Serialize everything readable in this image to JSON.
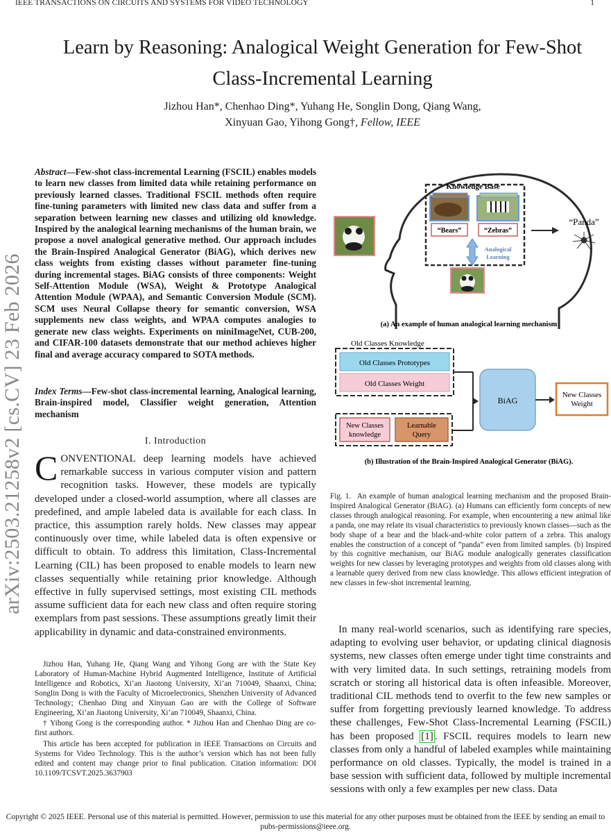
{
  "header": {
    "journal": "IEEE TRANSACTIONS ON CIRCUITS AND SYSTEMS FOR VIDEO TECHNOLOGY",
    "page_number": "1"
  },
  "arxiv_stamp": "arXiv:2503.21258v2  [cs.CV]  23 Feb 2026",
  "title_line1": "Learn by Reasoning: Analogical Weight Generation for Few-Shot",
  "title_line2": "Class-Incremental Learning",
  "authors_line1": "Jizhou Han*, Chenhao Ding*, Yuhang He, Songlin Dong, Qiang Wang,",
  "authors_line2_names": "Xinyuan Gao, Yihong Gong†, ",
  "authors_line2_fellow": "Fellow, IEEE",
  "abstract": {
    "lead": "Abstract",
    "text": "—Few-shot class-incremental Learning (FSCIL) enables models to learn new classes from limited data while retaining performance on previously learned classes. Traditional FSCIL methods often require fine-tuning parameters with limited new class data and suffer from a separation between learning new classes and utilizing old knowledge. Inspired by the analogical learning mechanisms of the human brain, we propose a novel analogical generative method. Our approach includes the Brain-Inspired Analogical Generator (BiAG), which derives new class weights from existing classes without parameter fine-tuning during incremental stages. BiAG consists of three components: Weight Self-Attention Module (WSA), Weight & Prototype Analogical Attention Module (WPAA), and Semantic Conversion Module (SCM). SCM uses Neural Collapse theory for semantic conversion, WSA supplements new class weights, and WPAA computes analogies to generate new class weights. Experiments on miniImageNet, CUB-200, and CIFAR-100 datasets demonstrate that our method achieves higher final and average accuracy compared to SOTA methods."
  },
  "index_terms": {
    "lead": "Index Terms",
    "text": "—Few-shot class-incremental learning, Analogical learning, Brain-inspired model, Classifier weight generation, Attention mechanism"
  },
  "section_title": "I. Introduction",
  "intro": {
    "dropcap": "C",
    "text": "ONVENTIONAL deep learning models have achieved remarkable success in various computer vision and pattern recognition tasks. However, these models are typically developed under a closed-world assumption, where all classes are predefined, and ample labeled data is available for each class. In practice, this assumption rarely holds. New classes may appear continuously over time, while labeled data is often expensive or difficult to obtain. To address this limitation, Class-Incremental Learning (CIL) has been proposed to enable models to learn new classes sequentially while retaining prior knowledge. Although effective in fully supervised settings, most existing CIL methods assume sufficient data for each new class and often require storing exemplars from past sessions. These assumptions greatly limit their applicability in dynamic and data-constrained environments."
  },
  "footnotes": {
    "affiliation": "Jizhou Han, Yuhang He, Qiang Wang and Yihong Gong are with the State Key Laboratory of Human-Machine Hybrid Augmented Intelligence, Institute of Artificial Intelligence and Robotics, Xi’an Jiaotong University, Xi’an 710049, Shaanxi, China; Songlin Dong is with the Faculty of Microelectronics, Shenzhen University of Advanced Technology; Chenhao Ding and Xinyuan Gao are with the College of Software Engineering, Xi’an Jiaotong University, Xi’an 710049, Shaanxi, China.",
    "corresponding": "† Yihong Gong is the corresponding author. * Jizhou Han and Chenhao Ding are co-first authors.",
    "accepted": "This article has been accepted for publication in IEEE Transactions on Circuits and Systems for Video Technology. This is the author’s version which has not been fully edited and content may change prior to final publication. Citation information: DOI 10.1109/TCSVT.2025.3637903"
  },
  "figure": {
    "a": {
      "knowledge_base": "Knowledge Base",
      "bears": "“Bears”",
      "zebras": "“Zebras”",
      "panda_label": "“Panda”",
      "analogical": "Analogical",
      "learning": "Learning",
      "caption": "(a) An example of human analogical learning mechanism"
    },
    "b": {
      "old_knowledge": "Old Classes Knowledge",
      "prototypes": "Old Classes Prototypes",
      "weight": "Old Classes Weight",
      "new_knowledge_1": "New Classes",
      "new_knowledge_2": "knowledge",
      "query_1": "Learnable",
      "query_2": "Query",
      "biag": "BiAG",
      "new_weight_1": "New Classes",
      "new_weight_2": "Weight",
      "caption": "(b) Illustration of the Brain-Inspired Analogical Generator (BiAG)."
    },
    "caption_label": "Fig. 1.",
    "caption_text": "An example of human analogical learning mechanism and the proposed Brain-Inspired Analogical Generator (BiAG). (a) Humans can efficiently form concepts of new classes through analogical reasoning. For example, when encountering a new animal like a panda, one may relate its visual characteristics to previously known classes—such as the body shape of a bear and the black-and-white color pattern of a zebra. This analogy enables the construction of a concept of ”panda” even from limited samples. (b) Inspired by this cognitive mechanism, our BiAG module analogically generates classification weights for new classes by leveraging prototypes and weights from old classes along with a learnable query derived from new class knowledge. This allows efficient integration of new classes in few-shot incremental learning."
  },
  "right_para": {
    "before_cite": "In many real-world scenarios, such as identifying rare species, adapting to evolving user behavior, or updating clinical diagnosis systems, new classes often emerge under tight time constraints and with very limited data. In such settings, retraining models from scratch or storing all historical data is often infeasible. Moreover, traditional CIL methods tend to overfit to the few new samples or suffer from forgetting previously learned knowledge. To address these challenges, Few-Shot Class-Incremental Learning (FSCIL) has been proposed ",
    "cite": "[1]",
    "after_cite": ". FSCIL requires models to learn new classes from only a handful of labeled examples while maintaining performance on old classes. Typically, the model is trained in a base session with sufficient data, followed by multiple incremental sessions with only a few examples per new class. Data"
  },
  "copyright": "Copyright © 2025 IEEE. Personal use of this material is permitted. However, permission to use this material for any other purposes must be obtained from the IEEE by sending an email to pubs-permissions@ieee.org.",
  "colors": {
    "prototype_fill": "#9ad8ee",
    "weight_fill": "#f6cdd6",
    "query_fill": "#d9956a",
    "biag_fill": "#a9d0ec",
    "output_border": "#e07b28",
    "photo_border": "#e58a8a",
    "arrow_blue": "#8ab6e6"
  }
}
